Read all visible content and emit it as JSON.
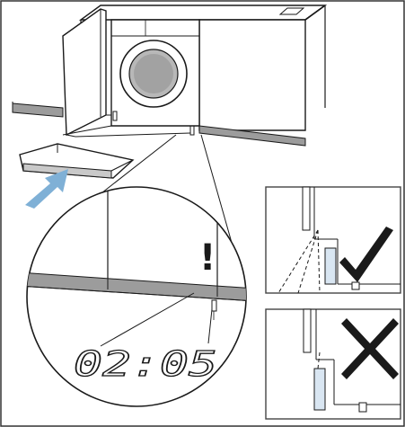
{
  "illustration": {
    "warning_mark": "!",
    "display_time": "02:05",
    "check_symbol": "check-mark",
    "cross_symbol": "cross-mark",
    "arrow": "push-arrow",
    "colors": {
      "line": "#1a1a1a",
      "plinth": "#9c9c9c",
      "plinth_highlight": "#c9c9c9",
      "arrow": "#7fb0d6",
      "foot": "#d9e6f2",
      "panel_border": "#444444"
    }
  }
}
